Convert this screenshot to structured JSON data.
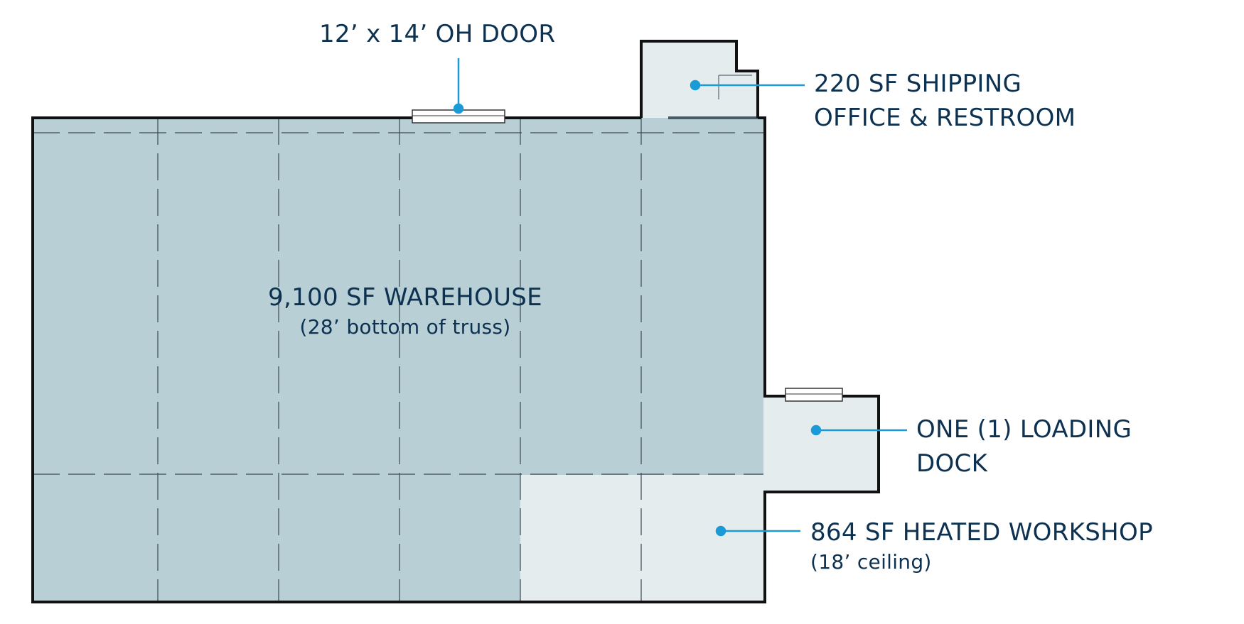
{
  "colors": {
    "warehouse_fill": "#b9cfd6",
    "annex_fill": "#e4ecee",
    "wall": "#111111",
    "grid_line": "#3a4a55",
    "callout": "#1a9ad6",
    "text": "#0d3150"
  },
  "labels": {
    "oh_door": "12’ x 14’ OH DOOR",
    "shipping_office_line1": "220 SF SHIPPING",
    "shipping_office_line2": "OFFICE & RESTROOM",
    "warehouse_title": "9,100 SF WAREHOUSE",
    "warehouse_sub": "(28’ bottom of truss)",
    "loading_dock_line1": "ONE (1) LOADING",
    "loading_dock_line2": "DOCK",
    "workshop_title": "864 SF HEATED WORKSHOP",
    "workshop_sub": "(18’ ceiling)"
  }
}
